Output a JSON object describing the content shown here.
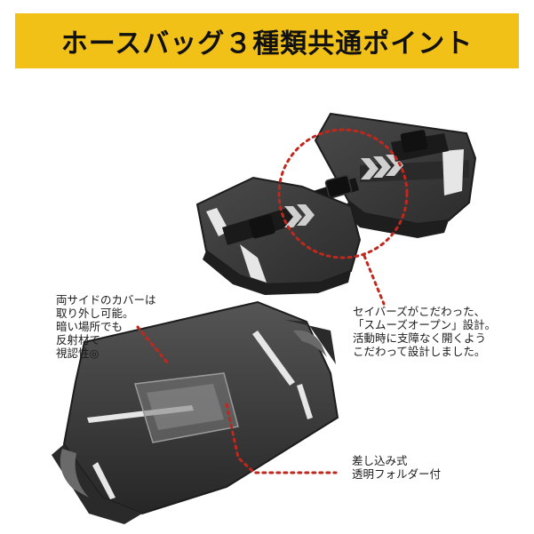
{
  "banner": {
    "title": "ホースバッグ３種類共通ポイント",
    "background_color": "#f2c118",
    "text_color": "#111111"
  },
  "callouts": {
    "left": {
      "lines": [
        "両サイドのカバーは",
        "取り外し可能。",
        "暗い場所でも",
        "反射材で",
        "視認性◎"
      ]
    },
    "right": {
      "lines": [
        "セイバーズがこだわった、",
        "「スムーズオープン」設計。",
        "活動時に支障なく開くよう",
        "こだわって設計しました。"
      ]
    },
    "bottom": {
      "lines": [
        "差し込み式",
        "透明フォルダー付"
      ]
    }
  },
  "colors": {
    "bag_fabric": "#3a3a3a",
    "reflective_strip": "#e8e8e8",
    "callout_dots": "#c0281e"
  },
  "icons": [
    "chevron-right-icon",
    "buckle-icon"
  ]
}
